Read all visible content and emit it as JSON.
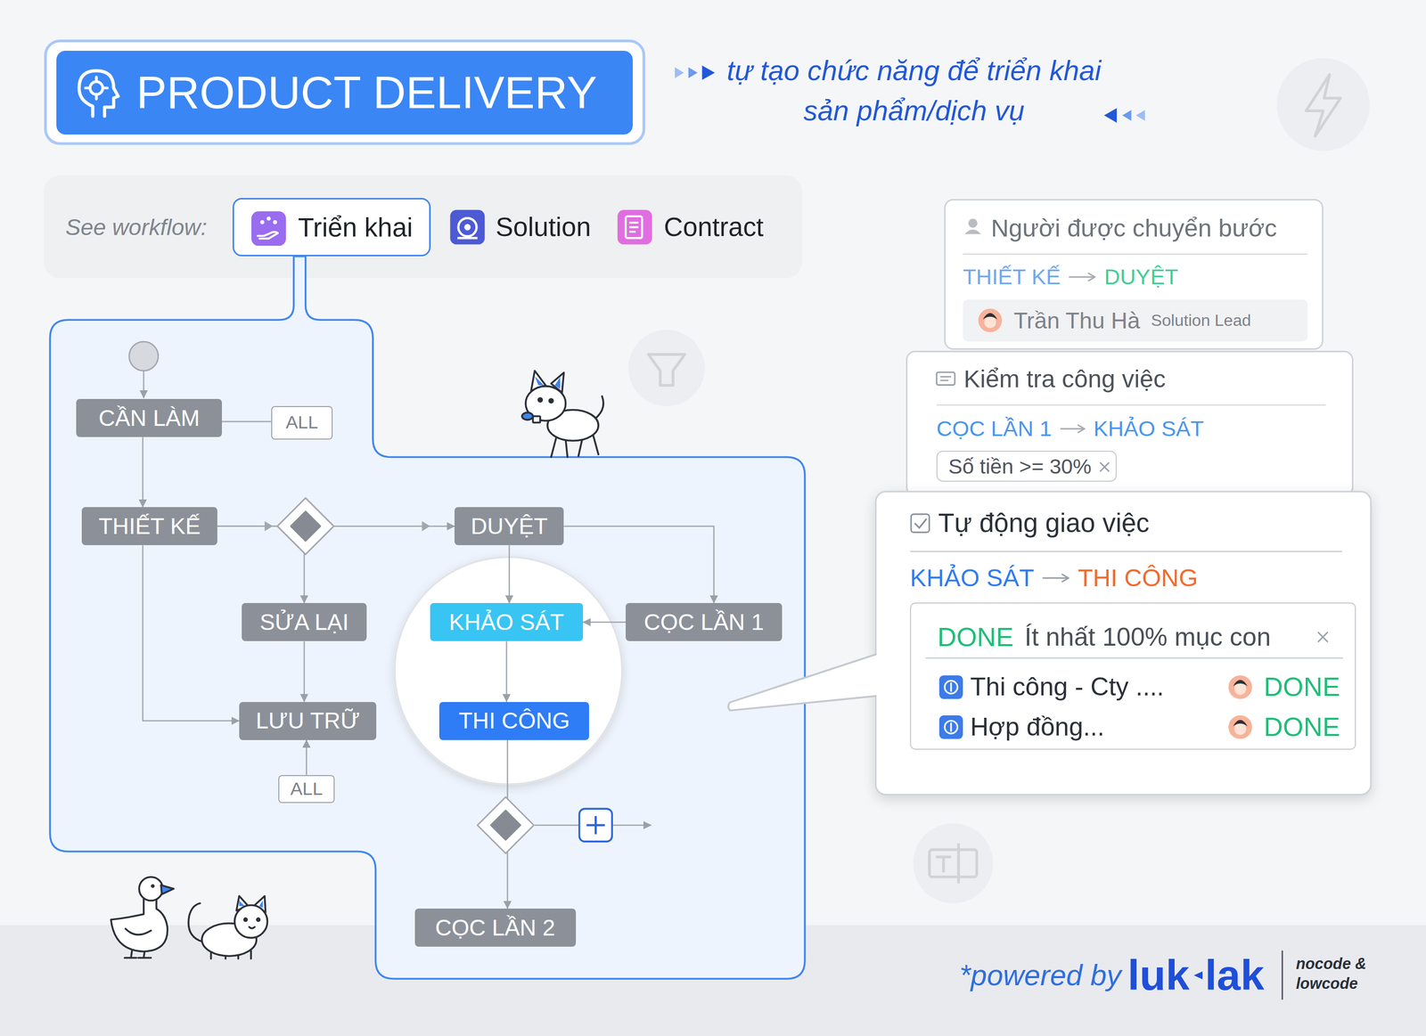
{
  "diagram": {
    "title": "PRODUCT DELIVERY",
    "nodes": [
      {
        "text": [
          "Triển khai"
        ]
      },
      {
        "text": [
          "CẦN LÀM"
        ]
      },
      {
        "text": [
          "ALL"
        ]
      },
      {
        "text": [
          "THIẾT KẾ"
        ]
      },
      {
        "text": [
          "DUYỆT"
        ]
      },
      {
        "text": [
          "SỬA LẠI"
        ]
      },
      {
        "text": [
          "KHẢO SÁT"
        ]
      },
      {
        "text": [
          "CỌC LẦN 1"
        ]
      },
      {
        "text": [
          "LƯU TRỮ"
        ]
      },
      {
        "text": [
          "THI CÔNG"
        ]
      },
      {
        "text": [
          "ALL"
        ]
      },
      {
        "text": [
          "CỌC LẦN 2"
        ]
      },
      {
        "text": [
          "Người được chuyển bước",
          "THIẾT KẾ",
          "DUYỆT"
        ]
      },
      {
        "text": [
          "Trần Thu Hà",
          "Solution Lead"
        ],
        "in": 12
      },
      {
        "text": [
          "Kiểm tra công việc",
          "CỌC LẦN 1",
          "KHẢO SÁT"
        ]
      },
      {
        "text": [
          "Số tiền >= 30%"
        ],
        "in": 14
      },
      {
        "text": [
          "Tự động giao việc",
          "KHẢO SÁT",
          "THI CÔNG"
        ]
      },
      {
        "text": [
          "DONE",
          "Ít nhất 100% mục con",
          "Thi công - Cty ....",
          "DONE",
          "Hợp đồng...",
          "DONE"
        ],
        "in": 16
      }
    ],
    "edges": [
      {
        "from": 1,
        "to": 2,
        "arrow": "none"
      },
      {
        "from": 1,
        "to": 3,
        "arrow": "to"
      },
      {
        "from": 3,
        "to": 4,
        "arrow": "to"
      },
      {
        "from": 3,
        "to": 5,
        "arrow": "to"
      },
      {
        "from": 3,
        "to": 8,
        "arrow": "to"
      },
      {
        "from": 5,
        "to": 8,
        "arrow": "to"
      },
      {
        "from": 10,
        "to": 8,
        "arrow": "to"
      },
      {
        "from": 4,
        "to": 6,
        "arrow": "to"
      },
      {
        "from": 4,
        "to": 7,
        "arrow": "to"
      },
      {
        "from": 7,
        "to": 6,
        "arrow": "to"
      },
      {
        "from": 6,
        "to": 9,
        "arrow": "to"
      },
      {
        "from": 9,
        "to": 11,
        "arrow": "to"
      }
    ],
    "labels": [
      "tự tạo chức năng để triển khai sản phẩm/dịch vụ",
      "See workflow:",
      "Solution",
      "Contract",
      "*powered by",
      "luk",
      "lak",
      "nocode & lowcode"
    ]
  }
}
